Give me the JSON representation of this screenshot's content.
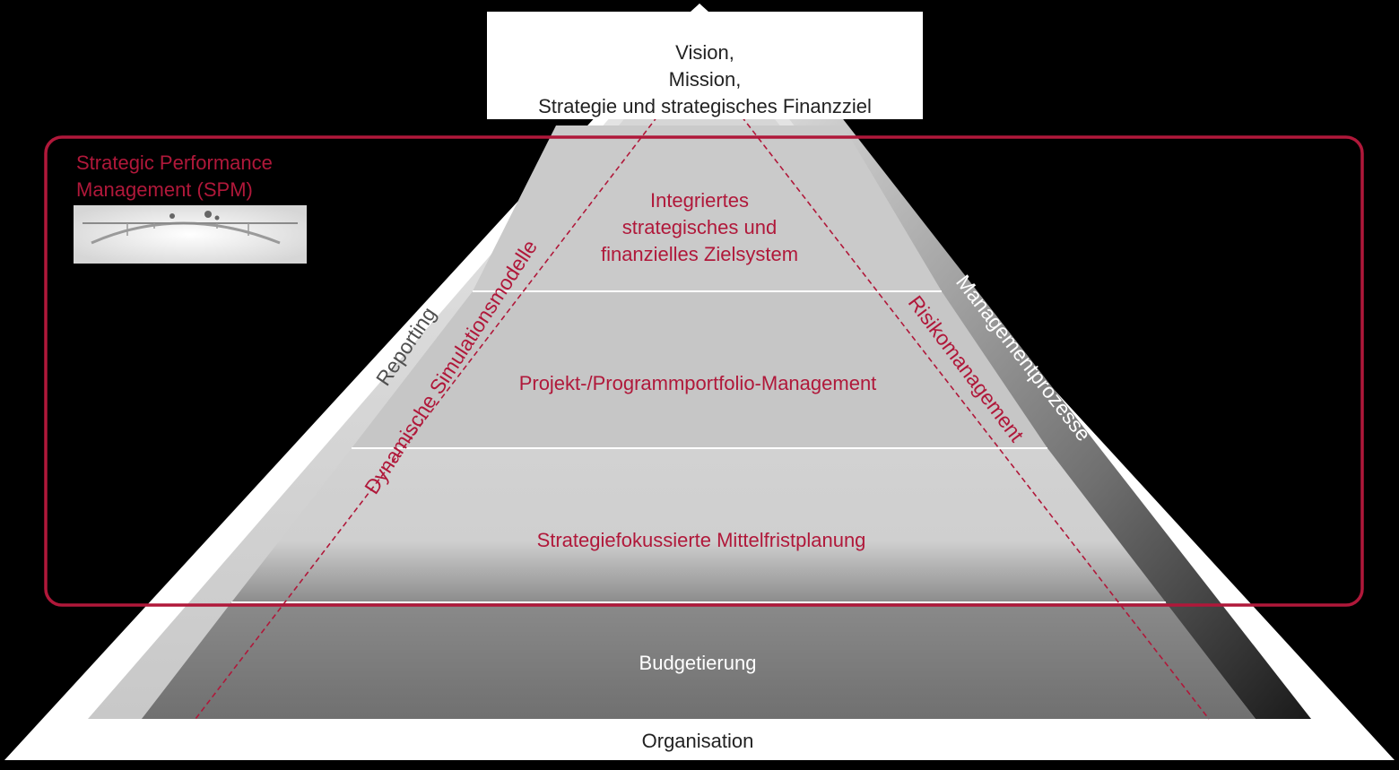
{
  "top_box": {
    "line1": "Vision,",
    "line2": "Mission,",
    "line3": "Strategie und strategisches Finanzziel"
  },
  "spm_frame": {
    "title_line1": "Strategic Performance",
    "title_line2": "Management (SPM)",
    "image_icon": "bridge-photo"
  },
  "levels": {
    "zielsystem_line1": "Integriertes",
    "zielsystem_line2": "strategisches und",
    "zielsystem_line3": "finanzielles Zielsystem",
    "portfolio": "Projekt-/Programmportfolio-Management",
    "mittelfrist": "Strategiefokussierte Mittelfristplanung",
    "budget": "Budgetierung",
    "organisation": "Organisation"
  },
  "side_labels": {
    "reporting": "Reporting",
    "simulation": "Dynamische Simulationsmodelle",
    "management": "Managementprozesse",
    "risiko": "Risikomanagement"
  },
  "colors": {
    "accent_red": "#b0183a",
    "background": "#000000",
    "frame_white": "#ffffff"
  }
}
